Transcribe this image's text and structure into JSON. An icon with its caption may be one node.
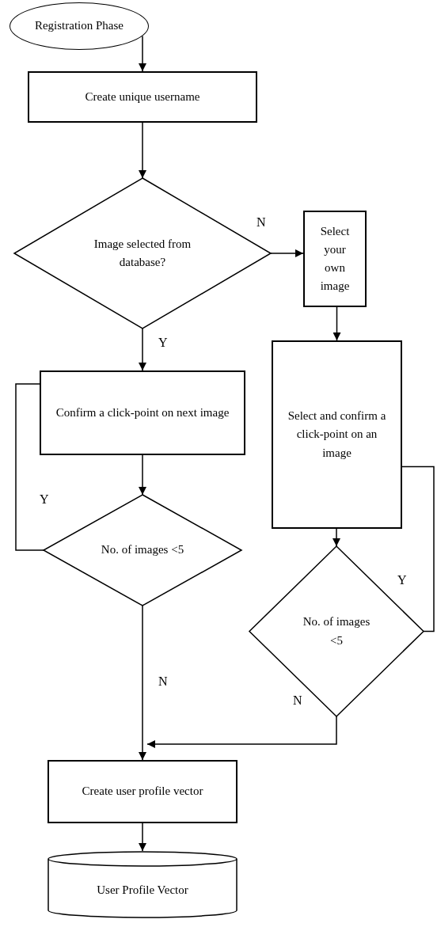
{
  "diagram": {
    "nodes": [
      {
        "text": [
          "Registration Phase"
        ]
      },
      {
        "text": [
          "Create unique username"
        ]
      },
      {
        "text": [
          "Image selected from database?"
        ]
      },
      {
        "text": [
          "Select your own image"
        ]
      },
      {
        "text": [
          "Confirm a click-point on next image"
        ]
      },
      {
        "text": [
          "No. of images <5"
        ]
      },
      {
        "text": [
          "Select and confirm a click-point on an image"
        ]
      },
      {
        "text": [
          "No. of images <5"
        ]
      },
      {
        "text": [
          "Create user profile vector"
        ]
      },
      {
        "text": [
          "User Profile Vector"
        ]
      }
    ],
    "edges": [
      {
        "from": 0,
        "to": 1,
        "arrow": "to"
      },
      {
        "from": 1,
        "to": 2,
        "arrow": "to"
      },
      {
        "from": 2,
        "to": 3,
        "arrow": "to",
        "label": "N"
      },
      {
        "from": 2,
        "to": 4,
        "arrow": "to",
        "label": "Y"
      },
      {
        "from": 3,
        "to": 6,
        "arrow": "to"
      },
      {
        "from": 4,
        "to": 5,
        "arrow": "to"
      },
      {
        "from": 5,
        "to": 4,
        "arrow": "none",
        "label": "Y"
      },
      {
        "from": 6,
        "to": 7,
        "arrow": "to"
      },
      {
        "from": 7,
        "to": 6,
        "arrow": "none",
        "label": "Y"
      },
      {
        "from": 5,
        "to": 8,
        "arrow": "to",
        "label": "N"
      },
      {
        "from": 7,
        "to": 8,
        "arrow": "to",
        "label": "N"
      },
      {
        "from": 8,
        "to": 9,
        "arrow": "to"
      }
    ]
  }
}
